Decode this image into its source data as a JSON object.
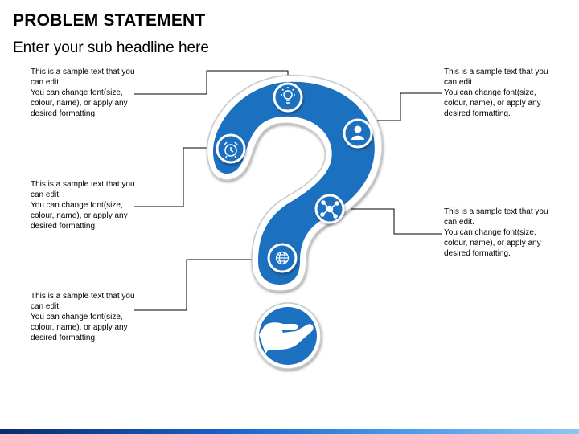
{
  "header": {
    "title": "PROBLEM STATEMENT",
    "subtitle": "Enter your sub headline here"
  },
  "colors": {
    "primary": "#1e6fc0",
    "outline": "#c9c9c9",
    "connector": "#000000"
  },
  "notes": [
    {
      "id": "top-left",
      "lines": [
        "This is a sample text that you",
        "can edit.",
        "You can change font(size,",
        "colour, name), or apply any",
        "desired formatting."
      ],
      "icon": "lightbulb-icon"
    },
    {
      "id": "mid-left",
      "lines": [
        "This is a sample text that you",
        "can edit.",
        "You can change font(size,",
        "colour, name), or apply any",
        "desired formatting."
      ],
      "icon": "alarm-clock-icon"
    },
    {
      "id": "bottom-left",
      "lines": [
        "This is a sample text that you",
        "can edit.",
        "You can change font(size,",
        "colour, name), or apply any",
        "desired formatting."
      ],
      "icon": "globe-icon"
    },
    {
      "id": "top-right",
      "lines": [
        "This is a sample text that you",
        "can edit.",
        "You can change font(size,",
        "colour, name), or apply any",
        "desired formatting."
      ],
      "icon": "user-icon"
    },
    {
      "id": "mid-right",
      "lines": [
        "This is a sample text that you",
        "can edit.",
        "You can change font(size,",
        "colour, name), or apply any",
        "desired formatting."
      ],
      "icon": "network-icon"
    }
  ],
  "dot_icon": "helping-hand-icon"
}
